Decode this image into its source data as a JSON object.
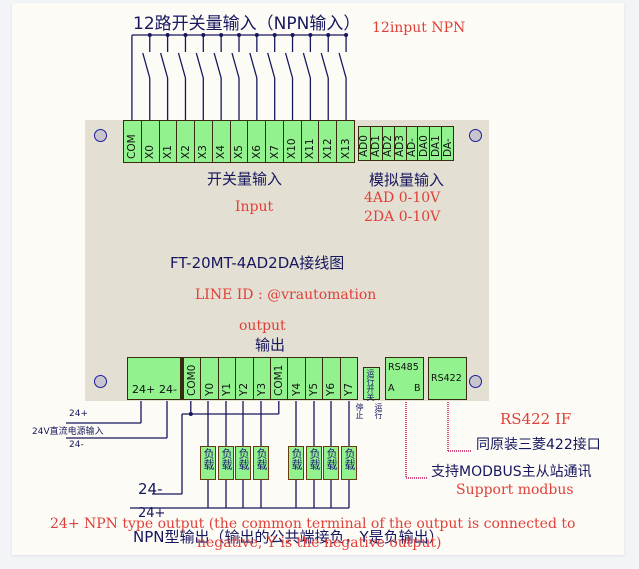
{
  "diagram": {
    "title": "FT-20MT-4AD2DA接线图",
    "line_id": "LINE ID : @vrautomation",
    "colors": {
      "board": "#e3dfd2",
      "terminal_green": "#92f28e",
      "wire_navy": "#17175e",
      "annotation_red": "#e0403a",
      "serial_wire": "#c2185b"
    },
    "inputs": {
      "heading_cn": "12路开关量输入（NPN输入）",
      "heading_en": "12input NPN",
      "terminals": [
        "COM",
        "X0",
        "X1",
        "X2",
        "X3",
        "X4",
        "X5",
        "X6",
        "X7",
        "X10",
        "X11",
        "X12",
        "X13"
      ],
      "section_cn": "开关量输入",
      "section_en": "Input"
    },
    "analog": {
      "terminals": [
        "AD0",
        "AD1",
        "AD2",
        "AD3",
        "AD-",
        "DA0",
        "DA1",
        "DA-"
      ],
      "section_cn": "模拟量输入",
      "spec_ad": "4AD 0-10V",
      "spec_da": "2DA 0-10V"
    },
    "outputs": {
      "section_en": "output",
      "section_cn": "输出",
      "power_terminals": [
        "24+",
        "24-"
      ],
      "group1": [
        "COM0",
        "Y0",
        "Y1",
        "Y2",
        "Y3"
      ],
      "group2": [
        "COM1",
        "Y4",
        "Y5",
        "Y6",
        "Y7"
      ],
      "load_label": "负载",
      "load_count": 8,
      "power_in_plus": "24+",
      "power_in_label": "24V直流电源输入",
      "power_in_minus": "24-",
      "bus_minus": "24-",
      "bus_plus": "24+",
      "footer_cn": "NPN型输出（输出的公共端接负，Y是负输出）",
      "footer_en_line1": "24+ NPN type output (the common terminal of the output is connected to",
      "footer_en_line2": "negative, Y is the negative output)"
    },
    "run_switch": {
      "label": "运行开关",
      "stop": "停止",
      "run": "运行"
    },
    "rs485": {
      "label": "RS485",
      "pin_a": "A",
      "pin_b": "B",
      "note_cn": "支持MODBUS主从站通讯",
      "note_en": "Support modbus"
    },
    "rs422": {
      "label": "RS422",
      "note_en": "RS422 IF",
      "note_cn": "同原装三菱422接口"
    }
  }
}
